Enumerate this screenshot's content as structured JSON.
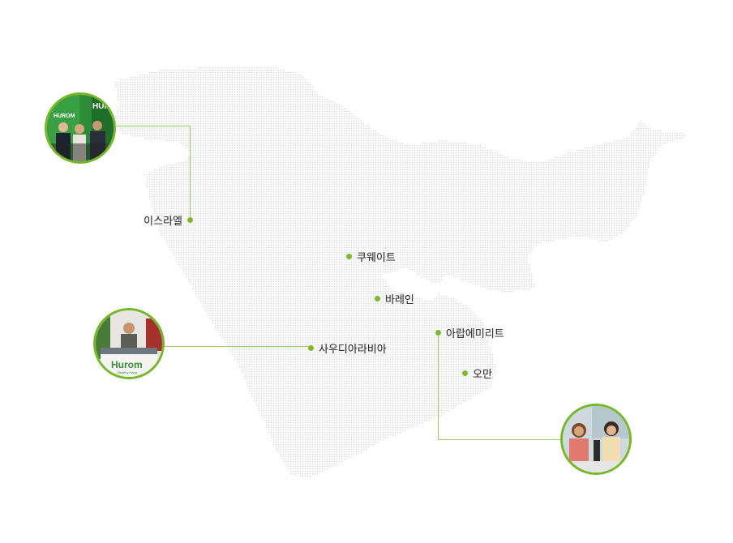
{
  "theme": {
    "accent": "#76b82a",
    "dot_color": "#7fb82e",
    "map_dot": "#c4c4c4",
    "line": "#9acd6a"
  },
  "countries": [
    {
      "id": "israel",
      "label": "이스라엘",
      "photo": "hurom-booth-photo-israel",
      "photo_caption": "HUROM"
    },
    {
      "id": "kuwait",
      "label": "쿠웨이트"
    },
    {
      "id": "bahrain",
      "label": "바레인"
    },
    {
      "id": "saudi",
      "label": "사우디아라비아",
      "photo": "hurom-booth-photo-saudi",
      "photo_caption": "Hurom",
      "photo_sub": "Healthy living"
    },
    {
      "id": "uae",
      "label": "아랍에미리트",
      "photo": "hurom-tv-show-photo-uae"
    },
    {
      "id": "oman",
      "label": "오만"
    }
  ]
}
